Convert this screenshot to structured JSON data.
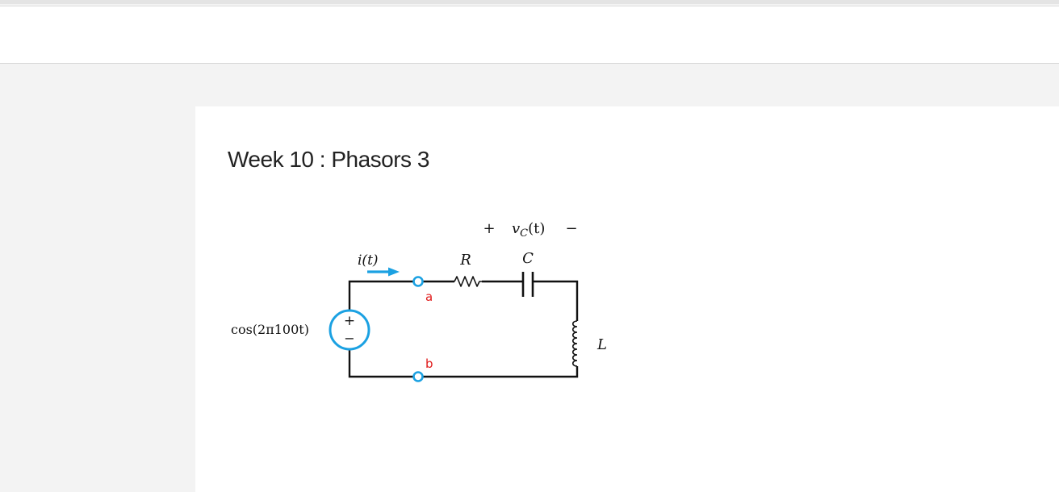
{
  "page": {
    "title": "Week 10 : Phasors 3"
  },
  "circuit": {
    "source_label": "cos(2π100t)",
    "source_plus": "+",
    "source_minus": "−",
    "current_label": "i(t)",
    "terminal_a": "a",
    "terminal_b": "b",
    "resistor_label": "R",
    "capacitor_label": "C",
    "inductor_label": "L",
    "vc_plus": "+",
    "vc_label": "v",
    "vc_subscript": "C",
    "vc_arg": "(t)",
    "vc_minus": "−"
  },
  "colors": {
    "accent": "#1ba1e2",
    "terminal_text": "#e01a1a",
    "wire": "#111111"
  }
}
